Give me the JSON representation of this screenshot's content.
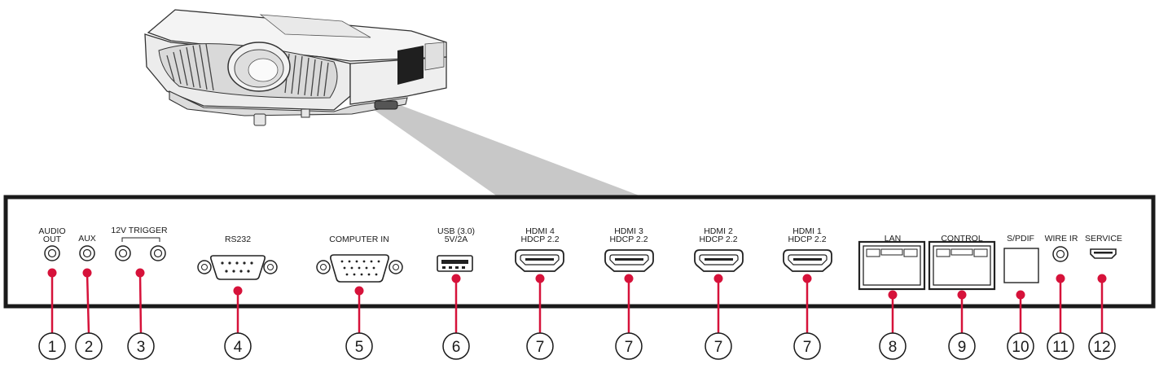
{
  "colors": {
    "callout_dot": "#d6123a",
    "panel_border": "#1a1a1a",
    "beam": "#c8c8c8"
  },
  "ports": [
    {
      "id": "audio-out",
      "label_lines": [
        "AUDIO",
        "OUT"
      ],
      "callout": "1"
    },
    {
      "id": "aux",
      "label_lines": [
        "AUX"
      ],
      "callout": "2"
    },
    {
      "id": "12v-trigger",
      "label_lines": [
        "12V  TRIGGER"
      ],
      "callout": "3"
    },
    {
      "id": "rs232",
      "label_lines": [
        "RS232"
      ],
      "callout": "4"
    },
    {
      "id": "computer-in",
      "label_lines": [
        "COMPUTER IN"
      ],
      "callout": "5"
    },
    {
      "id": "usb",
      "label_lines": [
        "USB (3.0)",
        "5V/2A"
      ],
      "callout": "6"
    },
    {
      "id": "hdmi4",
      "label_lines": [
        "HDMI 4",
        "HDCP 2.2"
      ],
      "callout": "7"
    },
    {
      "id": "hdmi3",
      "label_lines": [
        "HDMI 3",
        "HDCP 2.2"
      ],
      "callout": "7"
    },
    {
      "id": "hdmi2",
      "label_lines": [
        "HDMI 2",
        "HDCP 2.2"
      ],
      "callout": "7"
    },
    {
      "id": "hdmi1",
      "label_lines": [
        "HDMI 1",
        "HDCP 2.2"
      ],
      "callout": "7"
    },
    {
      "id": "lan",
      "label_lines": [
        "LAN"
      ],
      "callout": "8"
    },
    {
      "id": "control",
      "label_lines": [
        "CONTROL"
      ],
      "callout": "9"
    },
    {
      "id": "spdif",
      "label_lines": [
        "S/PDIF"
      ],
      "callout": "10"
    },
    {
      "id": "wire-ir",
      "label_lines": [
        "WIRE IR"
      ],
      "callout": "11"
    },
    {
      "id": "service",
      "label_lines": [
        "SERVICE"
      ],
      "callout": "12"
    }
  ]
}
